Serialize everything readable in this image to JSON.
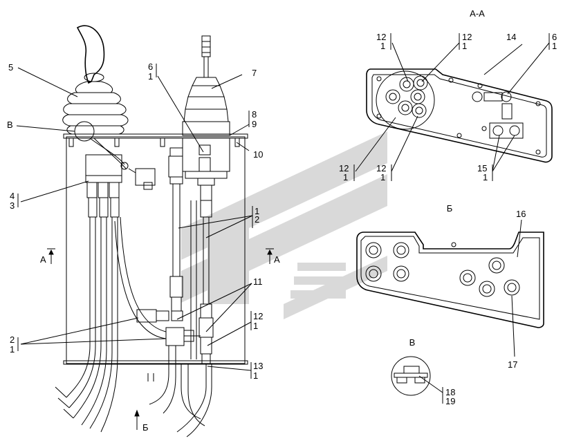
{
  "views": {
    "aa": "А-А",
    "b": "Б",
    "v": "В"
  },
  "arrows": {
    "a_left": "А",
    "a_right": "А",
    "b_bottom": "Б"
  },
  "callouts": {
    "c5": "5",
    "cV": "В",
    "c4": "4",
    "c3": "3",
    "c6a": "6",
    "c1a": "1",
    "c7": "7",
    "c8": "8",
    "c9": "9",
    "c10": "10",
    "c1b": "1",
    "c2b": "2",
    "c11": "11",
    "c2c": "2",
    "c1c": "1",
    "c12d": "12",
    "c1d": "1",
    "c13": "13",
    "c1e": "1",
    "aa12a": "12",
    "aa1a": "1",
    "aa12b": "12",
    "aa1b": "1",
    "aa14": "14",
    "aa6": "6",
    "aa1c": "1",
    "aa12c": "12",
    "aa1d": "1",
    "aa12e": "12",
    "aa1e": "1",
    "aa15": "15",
    "aa1f": "1",
    "b16": "16",
    "b17": "17",
    "v18": "18",
    "v19": "19"
  }
}
